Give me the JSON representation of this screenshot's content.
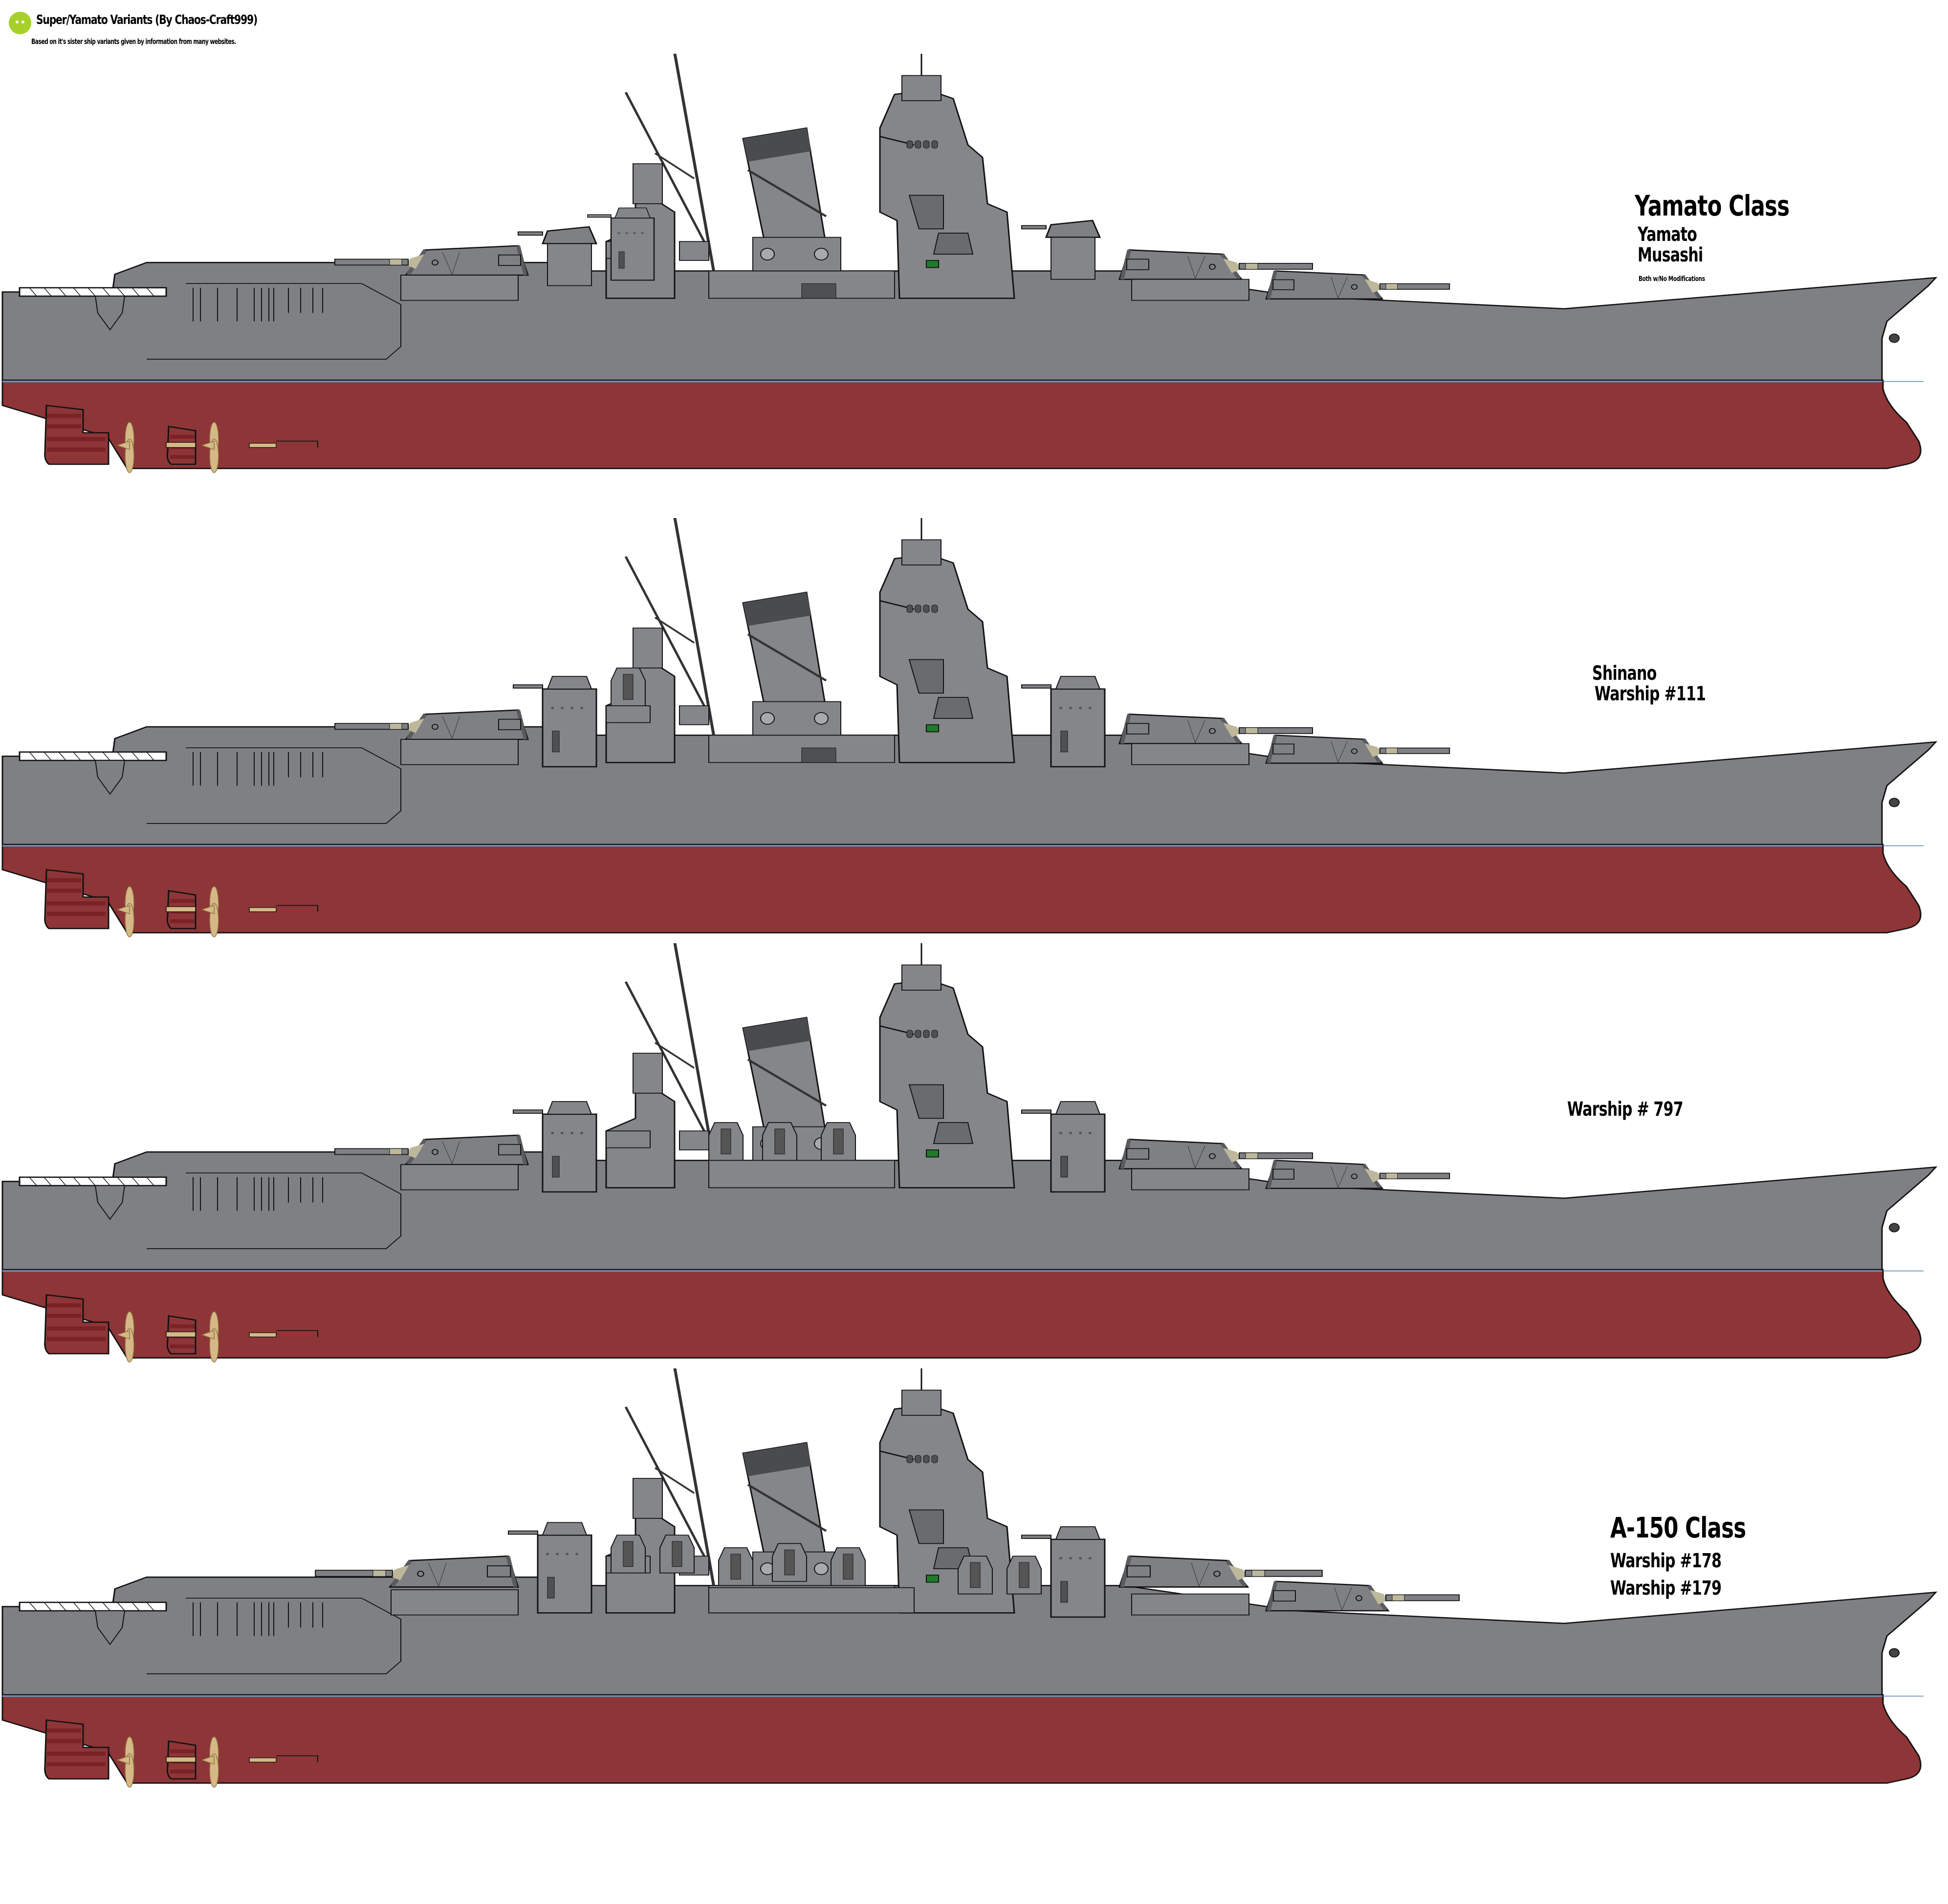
{
  "header": {
    "logo_icon": "lime-face-icon",
    "title": "Super/Yamato Variants (By Chaos-Craft999)",
    "subtitle": "Based on it's sister ship variants given by information from many websites."
  },
  "colors": {
    "hull_gray": "#7f8084",
    "superstructure_gray": "#858689",
    "dark_gray": "#5a5b5e",
    "hull_red": "#8e3538",
    "red_stripe": "#7a2226",
    "waterline_blue": "#6f8fb4",
    "brass": "#d5b885",
    "gun_khaki": "#bdb89c",
    "green_window": "#1f7a2a",
    "background": "#ffffff"
  },
  "ships": [
    {
      "id": "yamato-class",
      "class_label": "Yamato Class",
      "names": [
        "Yamato",
        "Musashi"
      ],
      "note": "Both w/No Modifications",
      "secondary_turrets": "side"
    },
    {
      "id": "shinano",
      "class_label": "",
      "names": [
        "Shinano",
        "Warship #111"
      ],
      "note": "",
      "secondary_turrets": "centerline-tall"
    },
    {
      "id": "warship-797",
      "class_label": "",
      "names": [
        "Warship # 797"
      ],
      "note": "",
      "secondary_turrets": "centerline-tall, enlarged AA mounts"
    },
    {
      "id": "a-150-class",
      "class_label": "A-150 Class",
      "names": [
        "Warship #178",
        "Warship #179"
      ],
      "note": "",
      "secondary_turrets": "dual-purpose mounts, longer barrels"
    }
  ]
}
